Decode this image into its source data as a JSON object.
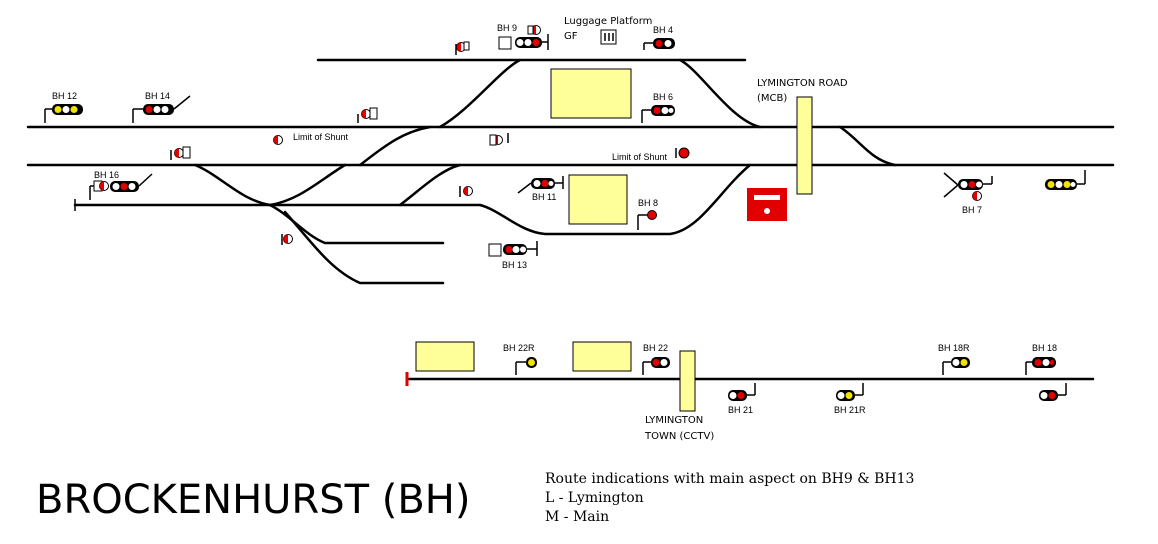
{
  "title": "BROCKENHURST (BH)",
  "notes": {
    "line1": "Route indications with main aspect on BH9 & BH13",
    "line2": "L - Lymington",
    "line3": "M - Main"
  },
  "locations": {
    "luggage_platform": "Luggage Platform",
    "gf": "GF",
    "lymington_road": "LYMINGTON ROAD",
    "mcb": "(MCB)",
    "limit_of_shunt_1": "Limit of Shunt",
    "limit_of_shunt_2": "Limit of Shunt",
    "lymington_town": "LYMINGTON",
    "cctv": "TOWN (CCTV)"
  },
  "signals": {
    "bh9": "BH 9",
    "bh4": "BH 4",
    "bh6": "BH 6",
    "bh12": "BH 12",
    "bh14": "BH 14",
    "bh16": "BH 16",
    "bh11": "BH 11",
    "bh8": "BH 8",
    "bh13": "BH 13",
    "bh7": "BH 7",
    "bh22r": "BH 22R",
    "bh22": "BH 22",
    "bh21": "BH 21",
    "bh21r": "BH 21R",
    "bh18r": "BH 18R",
    "bh18": "BH 18"
  },
  "colors": {
    "red": "#e00000",
    "yellow": "#f2e200",
    "platform": "#ffff99",
    "track": "#000000"
  },
  "icons": [
    "shunt-signal-icon",
    "signal-head-icon",
    "ground-frame-icon",
    "level-crossing-icon",
    "buffer-stop-icon",
    "signal-box-icon"
  ]
}
